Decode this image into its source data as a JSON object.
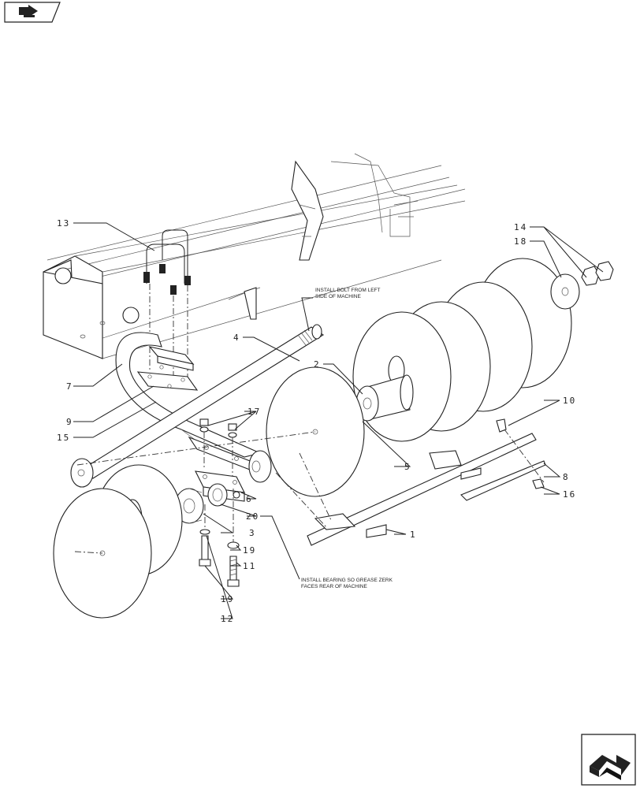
{
  "callouts": [
    "1",
    "2",
    "3",
    "4",
    "5",
    "6",
    "7",
    "8",
    "9",
    "10",
    "11",
    "12",
    "13",
    "14",
    "15",
    "16",
    "17",
    "18",
    "19",
    "19",
    "20"
  ],
  "notes": {
    "bolt_line1": "INSTALL BOLT FROM LEFT",
    "bolt_line2": "SIDE OF MACHINE",
    "bearing_line1": "INSTALL BEARING SO GREASE ZERK",
    "bearing_line2": "FACES REAR OF MACHINE"
  },
  "icons": [
    "nav-arrow-icon",
    "return-arrow-icon"
  ]
}
